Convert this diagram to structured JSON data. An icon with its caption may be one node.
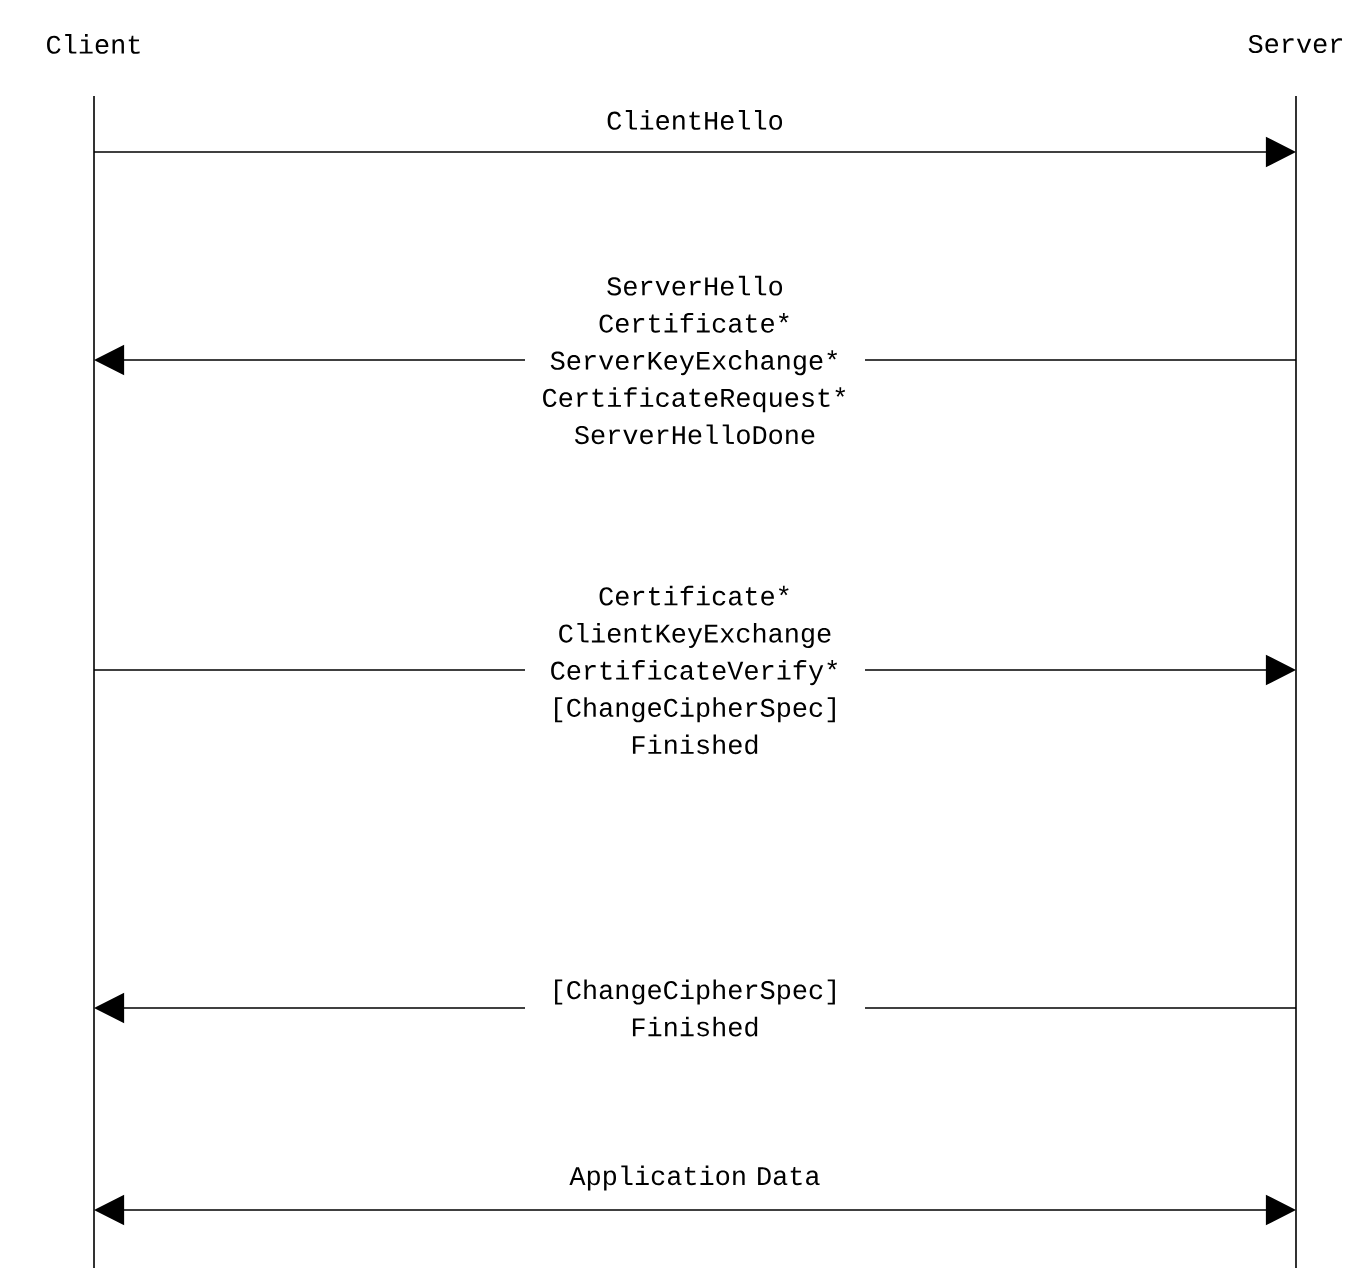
{
  "diagram": {
    "nodes": [
      {
        "text": [
          "Client"
        ]
      },
      {
        "text": [
          "Server"
        ]
      }
    ],
    "edges": [
      {
        "from": 0,
        "to": 1,
        "arrow": "to",
        "label": "ClientHello"
      },
      {
        "from": 1,
        "to": 0,
        "arrow": "to",
        "label": "ServerHello Certificate* ServerKeyExchange* CertificateRequest* ServerHelloDone"
      },
      {
        "from": 0,
        "to": 1,
        "arrow": "to",
        "label": "Certificate* ClientKeyExchange CertificateVerify* [ChangeCipherSpec] Finished"
      },
      {
        "from": 1,
        "to": 0,
        "arrow": "to",
        "label": "[ChangeCipherSpec] Finished"
      },
      {
        "from": 0,
        "to": 1,
        "arrow": "both",
        "label": "Application Data"
      }
    ]
  }
}
